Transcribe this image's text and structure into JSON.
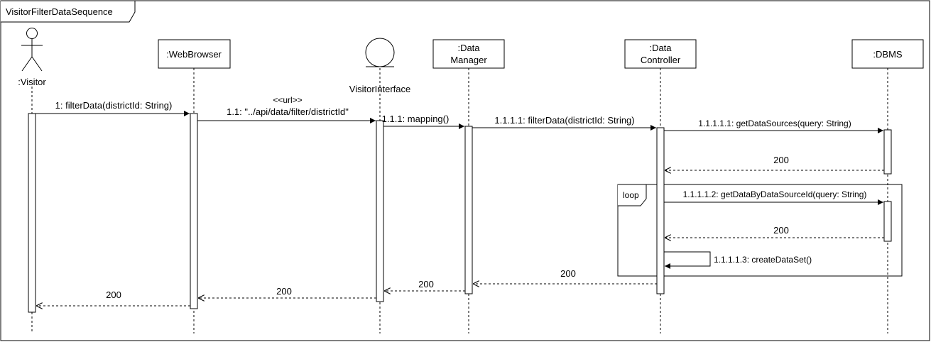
{
  "frame": {
    "title": "VisitorFilterDataSequence"
  },
  "participants": {
    "visitor": {
      "label": ":Visitor",
      "kind": "actor"
    },
    "browser": {
      "label": ":WebBrowser",
      "kind": "box"
    },
    "vi": {
      "label": "VisitorInterface",
      "kind": "boundary"
    },
    "dm": {
      "line1": ":Data",
      "line2": "Manager",
      "kind": "box"
    },
    "dc": {
      "line1": ":Data",
      "line2": "Controller",
      "kind": "box"
    },
    "dbms": {
      "label": ":DBMS",
      "kind": "box"
    }
  },
  "messages": {
    "m1": "1: filterData(districtId: String)",
    "m11_stereo": "<<url>>",
    "m11": "1.1: \"../api/data/filter/districtId\"",
    "m111": "1.1.1: mapping()",
    "m1111": "1.1.1.1: filterData(districtId: String)",
    "m11111": "1.1.1.1.1: getDataSources(query: String)",
    "r11111": "200",
    "m11112": "1.1.1.1.2: getDataByDataSourceId(query: String)",
    "r11112": "200",
    "m11113": "1.1.1.1.3: createDataSet()",
    "r1111": "200",
    "r111": "200",
    "r11": "200",
    "r1": "200"
  },
  "fragment": {
    "operator": "loop"
  }
}
